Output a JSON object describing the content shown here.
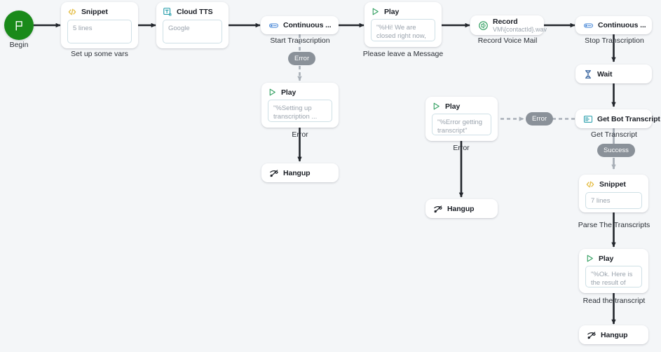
{
  "canvas": {
    "background": "#f4f6f8",
    "accent_green": "#1a8a1a",
    "badge_gray": "#8a9199",
    "edge_dark": "#22262c",
    "edge_dashed": "#a8afb7",
    "field_border": "#cfe0e6",
    "placeholder_text": "#9aa3ad"
  },
  "nodes": {
    "begin": {
      "label": "Begin",
      "icon": "flag-icon"
    },
    "snippet_vars": {
      "title": "Snippet",
      "icon": "code-snippet-icon",
      "field_value": "5 lines",
      "caption": "Set up some vars"
    },
    "cloud_tts": {
      "title": "Cloud TTS",
      "icon": "text-to-speech-icon",
      "field_value": "Google",
      "caption": ""
    },
    "start_transcription": {
      "title": "Continuous ...",
      "icon": "toggle-switch-icon",
      "caption": "Start Transcription"
    },
    "play_message": {
      "title": "Play",
      "icon": "play-icon",
      "field_value": "\"%Hi! We are closed right now, ...",
      "caption": "Please leave a Message"
    },
    "record_voicemail": {
      "title": "Record",
      "subtitle": "VM\\{contactId}.wav",
      "icon": "record-icon",
      "caption": "Record Voice Mail"
    },
    "stop_transcription": {
      "title": "Continuous ...",
      "icon": "toggle-switch-icon",
      "caption": "Stop Transcription"
    },
    "wait": {
      "title": "Wait",
      "icon": "hourglass-icon",
      "caption": ""
    },
    "get_bot_transcript": {
      "title": "Get Bot Transcript",
      "icon": "transcript-icon",
      "caption": "Get Transcript"
    },
    "snippet_parse": {
      "title": "Snippet",
      "icon": "code-snippet-icon",
      "field_value": "7 lines",
      "caption": "Parse The Transcripts"
    },
    "play_result": {
      "title": "Play",
      "icon": "play-icon",
      "field_value": "\"%Ok. Here is the result of the ...",
      "caption": "Read the transcript"
    },
    "hangup_right": {
      "title": "Hangup",
      "icon": "hangup-icon"
    },
    "play_setup_error": {
      "title": "Play",
      "icon": "play-icon",
      "field_value": "\"%Setting up transcription ...",
      "caption": "Error"
    },
    "hangup_left": {
      "title": "Hangup",
      "icon": "hangup-icon"
    },
    "play_transcript_error": {
      "title": "Play",
      "icon": "play-icon",
      "field_value": "\"%Error getting transcript\"",
      "caption": "Error"
    },
    "hangup_middle": {
      "title": "Hangup",
      "icon": "hangup-icon"
    }
  },
  "badges": {
    "error_start_transcription": "Error",
    "error_get_transcript": "Error",
    "success_get_transcript": "Success"
  }
}
